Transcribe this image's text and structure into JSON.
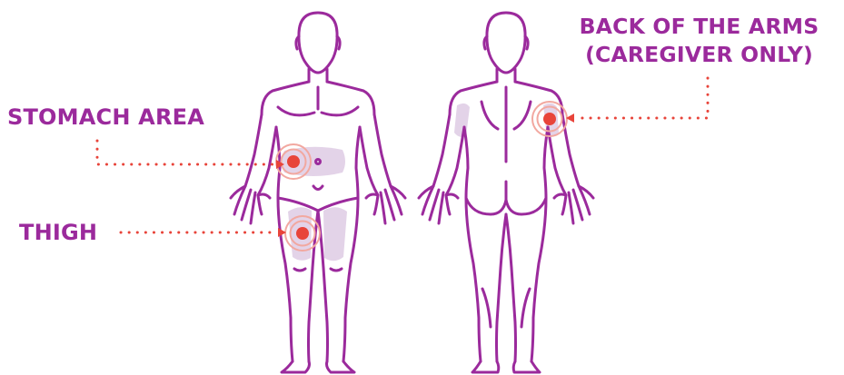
{
  "labels": {
    "stomach": "STOMACH AREA",
    "thigh": "THIGH",
    "arms_line1": "BACK OF THE ARMS",
    "arms_line2": "(CAREGIVER ONLY)"
  },
  "colors": {
    "outline": "#9b2a9c",
    "label": "#9b2a9c",
    "shaded_area": "#e3d3e8",
    "target": "#e8443a",
    "target_ring": "#f2a8a0",
    "leader_line": "#e8443a"
  },
  "figures": [
    "front-body",
    "back-body"
  ],
  "injection_sites": [
    "stomach-area",
    "thigh",
    "back-of-arm"
  ]
}
